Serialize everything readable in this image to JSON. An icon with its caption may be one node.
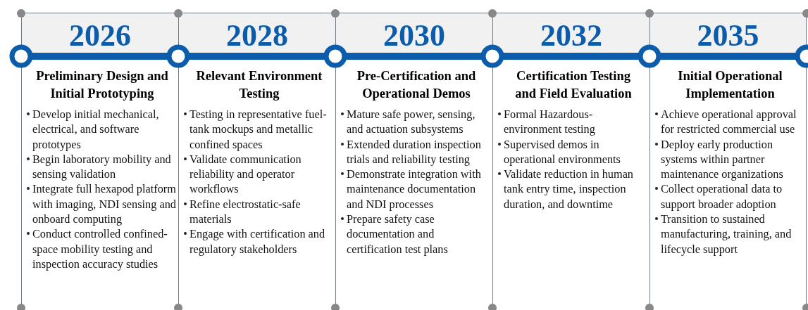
{
  "diagram": {
    "nodes": [
      {
        "text": [
          "2026",
          "Preliminary Design and Initial Prototyping",
          "Develop initial mechanical, electrical, and software prototypes",
          "Begin laboratory mobility and sensing validation",
          "Integrate full hexapod platform with imaging, NDI sensing and onboard computing",
          "Conduct controlled confined-space mobility testing and inspection accuracy studies"
        ]
      },
      {
        "text": [
          "2028",
          "Relevant Environment Testing",
          "Testing in representative fuel-tank mockups and metallic confined spaces",
          "Validate communication reliability and operator workflows",
          "Refine electrostatic-safe materials",
          "Engage with certification and regulatory stakeholders"
        ]
      },
      {
        "text": [
          "2030",
          "Pre-Certification and Operational Demos",
          "Mature safe power, sensing, and actuation subsystems",
          "Extended duration inspection trials and reliability testing",
          "Demonstrate integration with maintenance documentation and NDI processes",
          "Prepare safety case documentation and certification test plans"
        ]
      },
      {
        "text": [
          "2032",
          "Certification Testing and Field Evaluation",
          "Formal Hazardous-environment testing",
          "Supervised demos in operational environments",
          "Validate reduction in human tank entry time, inspection duration, and downtime"
        ]
      },
      {
        "text": [
          "2035",
          "Initial Operational Implementation",
          "Achieve operational approval for restricted commercial use",
          "Deploy early production systems within partner maintenance organizations",
          "Collect operational data to support broader adoption",
          "Transition to sustained manufacturing, training, and lifecycle support"
        ]
      }
    ]
  }
}
